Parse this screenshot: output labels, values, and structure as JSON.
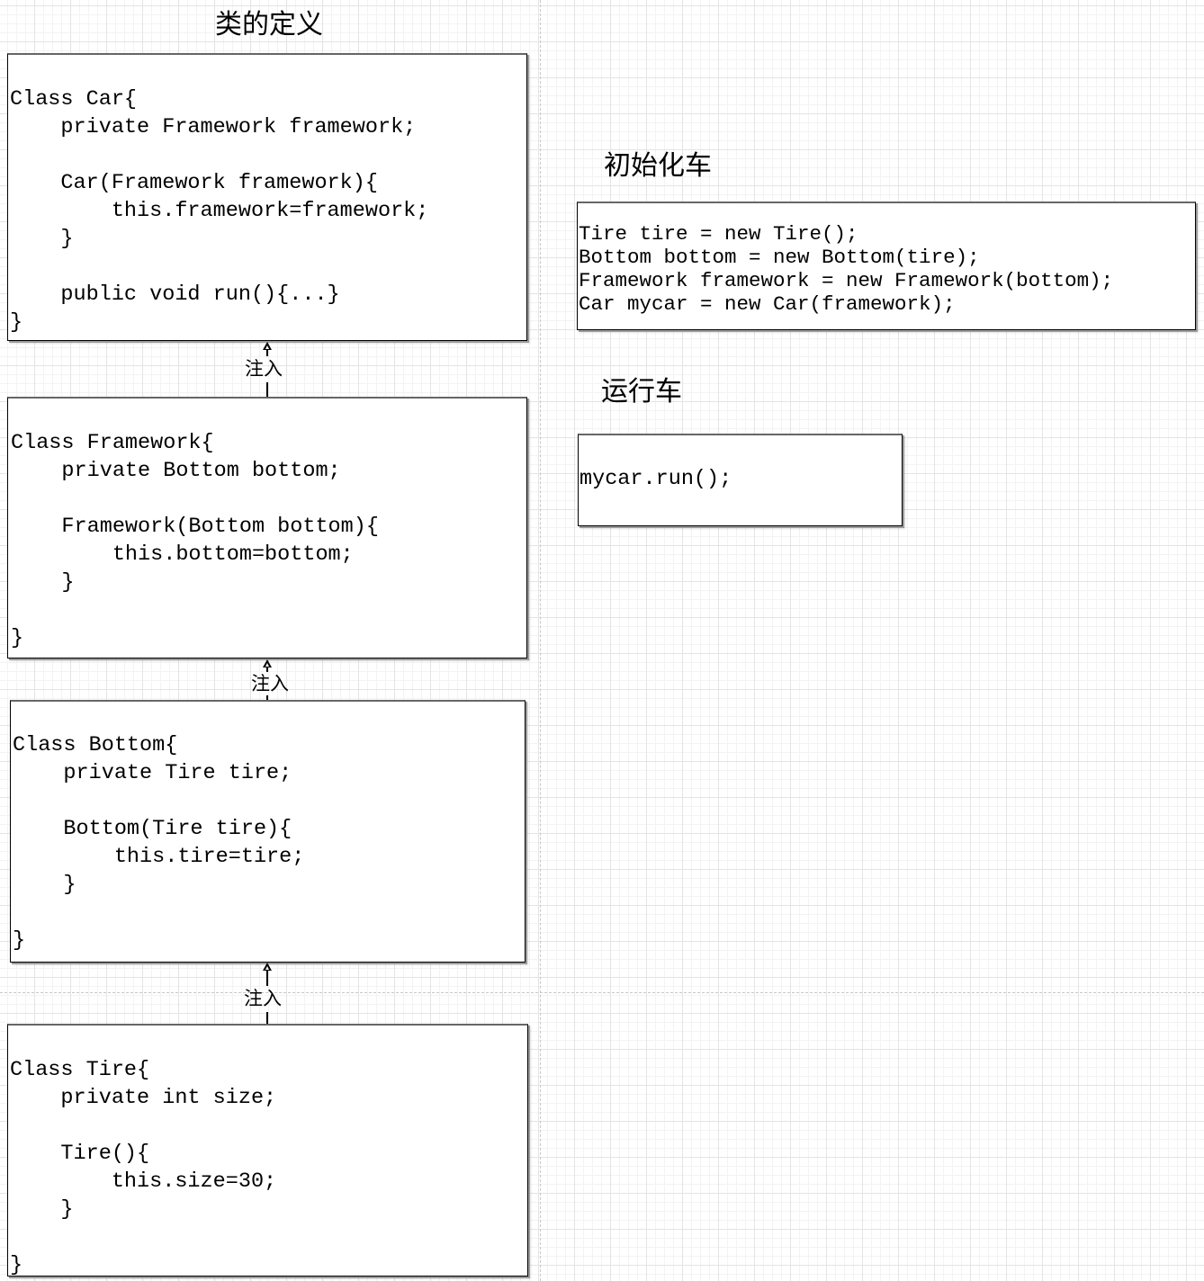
{
  "diagram": {
    "titles": {
      "class_definitions": "类的定义",
      "initialize_car": "初始化车",
      "run_car": "运行车"
    },
    "classes": [
      {
        "name": "Car",
        "lines": [
          "Class Car{",
          "    private Framework framework;",
          "",
          "    Car(Framework framework){",
          "        this.framework=framework;",
          "    }",
          "",
          "    public void run(){...}",
          "}"
        ]
      },
      {
        "name": "Framework",
        "lines": [
          "Class Framework{",
          "    private Bottom bottom;",
          "",
          "    Framework(Bottom bottom){",
          "        this.bottom=bottom;",
          "    }",
          "",
          "}"
        ]
      },
      {
        "name": "Bottom",
        "lines": [
          "Class Bottom{",
          "    private Tire tire;",
          "",
          "    Bottom(Tire tire){",
          "        this.tire=tire;",
          "    }",
          "",
          "}"
        ]
      },
      {
        "name": "Tire",
        "lines": [
          "Class Tire{",
          "    private int size;",
          "",
          "    Tire(){",
          "        this.size=30;",
          "    }",
          "",
          "}"
        ]
      }
    ],
    "connectors": [
      {
        "from": "Framework",
        "to": "Car",
        "label": "注入"
      },
      {
        "from": "Bottom",
        "to": "Framework",
        "label": "注入"
      },
      {
        "from": "Tire",
        "to": "Bottom",
        "label": "注入"
      }
    ],
    "init_code": {
      "lines": [
        "Tire tire = new Tire();",
        "Bottom bottom = new Bottom(tire);",
        "Framework framework = new Framework(bottom);",
        "Car mycar = new Car(framework);"
      ]
    },
    "run_code": {
      "lines": [
        "mycar.run();"
      ]
    }
  }
}
